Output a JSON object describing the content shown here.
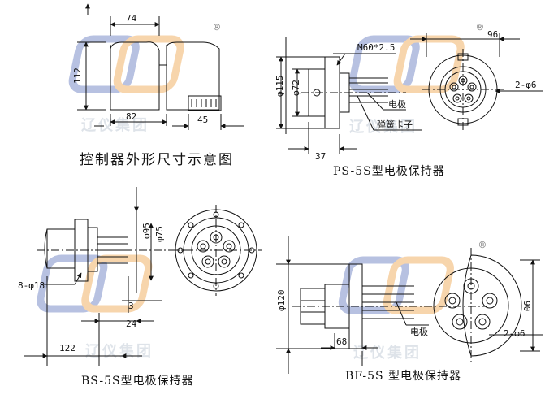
{
  "panels": [
    {
      "id": "controller",
      "caption": "控制器外形尺寸示意图",
      "dims": {
        "top": "74",
        "left": "112",
        "mid": "82",
        "right": "45"
      }
    },
    {
      "id": "ps5s",
      "caption": "PS-5S型电极保持器",
      "dims": {
        "thread": "M60*2.5",
        "top": "96",
        "d1": "φ115",
        "d2": "φ72",
        "bottom": "37",
        "holes": "2-φ6"
      },
      "labels": {
        "electrode": "电极",
        "spring_clip": "弹簧卡子"
      }
    },
    {
      "id": "bs5s",
      "caption": "BS-5S型电极保持器",
      "dims": {
        "holes": "8-φ18",
        "d_small": "3",
        "d_mid": "24",
        "length": "122",
        "d_a": "φ95",
        "d_b": "φ75"
      }
    },
    {
      "id": "bf5s",
      "caption": "BF-5S 型电极保持器",
      "dims": {
        "dia": "φ120",
        "right": "90",
        "bottom": "68",
        "holes": "2-φ6"
      },
      "labels": {
        "electrode": "电极"
      }
    }
  ],
  "watermark": {
    "text": "辽仪集团",
    "registered": "®",
    "colors": {
      "blue": "#6f86c8",
      "orange": "#f0b060"
    }
  }
}
